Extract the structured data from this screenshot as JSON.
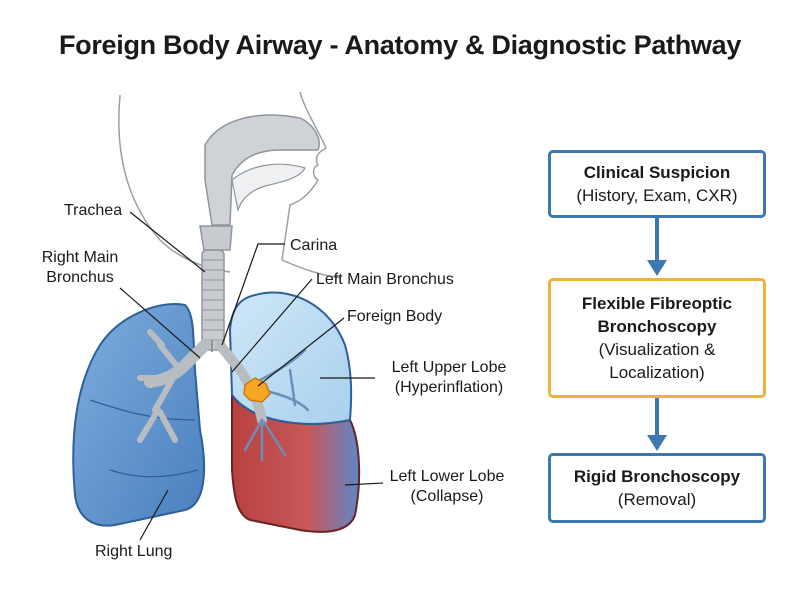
{
  "title": "Foreign Body Airway - Anatomy & Diagnostic Pathway",
  "labels": {
    "trachea": "Trachea",
    "right_main_bronchus_1": "Right Main",
    "right_main_bronchus_2": "Bronchus",
    "carina": "Carina",
    "left_main_bronchus": "Left Main Bronchus",
    "foreign_body": "Foreign Body",
    "left_upper_lobe_1": "Left Upper Lobe",
    "left_upper_lobe_2": "(Hyperinflation)",
    "left_lower_lobe_1": "Left Lower Lobe",
    "left_lower_lobe_2": "(Collapse)",
    "right_lung": "Right Lung"
  },
  "pathway": [
    {
      "title": "Clinical Suspicion",
      "subtitle": [
        "(History, Exam, CXR)"
      ]
    },
    {
      "title_lines": [
        "Flexible Fibreoptic",
        "Bronchoscopy"
      ],
      "subtitle": [
        "(Visualization &",
        "Localization)"
      ]
    },
    {
      "title": "Rigid Bronchoscopy",
      "subtitle": [
        "(Removal)"
      ]
    }
  ],
  "colors": {
    "right_lung": "#5b8fcb",
    "left_upper_lobe": "#b9daf1",
    "left_lower_lobe": "#b84848",
    "foreign_body": "#f5a623",
    "airway": "#c7cbcf",
    "box_border": "#3d78b2",
    "box_highlight": "#efb23d"
  }
}
